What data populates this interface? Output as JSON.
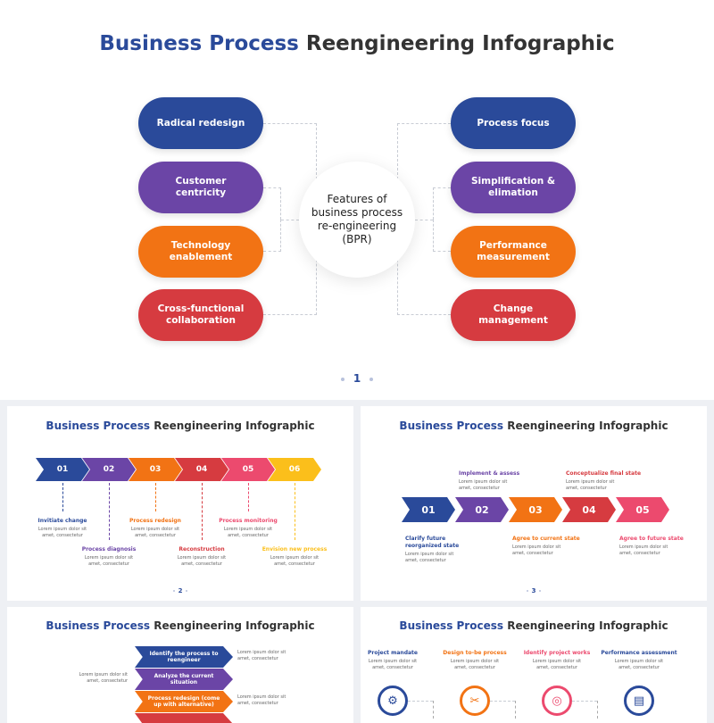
{
  "colors": {
    "blue": "#2a4a9a",
    "purple": "#6b45a6",
    "orange": "#f27314",
    "red": "#d63b40",
    "pink": "#ec4a6e",
    "yellow": "#fbbf1b"
  },
  "title_highlight": "Business Process",
  "title_rest": "Reengineering Infographic",
  "main": {
    "center_text": "Features of business process re-engineering (BPR)",
    "left": [
      "Radical redesign",
      "Customer centricity",
      "Technology enablement",
      "Cross-functional collaboration"
    ],
    "right": [
      "Process focus",
      "Simplification & elimation",
      "Performance measurement",
      "Change management"
    ],
    "page": "1"
  },
  "slide2": {
    "steps": [
      "01",
      "02",
      "03",
      "04",
      "05",
      "06"
    ],
    "labels": [
      "Invitiate change",
      "Process diagnosis",
      "Process redesign",
      "Reconstruction",
      "Process monitoring",
      "Envision new process"
    ],
    "lorem": "Lorem ipsum dolor sit amet, consectetur",
    "page": "2"
  },
  "slide3": {
    "steps": [
      "01",
      "02",
      "03",
      "04",
      "05"
    ],
    "labels": [
      "Clarify future reorganized state",
      "Implement & assess",
      "Agree to current state",
      "Conceptualize final state",
      "Agree to future state"
    ],
    "lorem": "Lorem ipsum dolor sit amet, consectetur",
    "page": "3"
  },
  "slide4": {
    "steps": [
      "Identify the process to reengineer",
      "Analyze the current situation",
      "Process redesign (come up with alternative)"
    ],
    "lorem": "Lorem ipsum dolor sit amet, consectetur"
  },
  "slide5": {
    "labels": [
      "Project mandate",
      "Design to-be process",
      "Identify project works",
      "Performance assessment"
    ],
    "icons": [
      "brain-gear-icon",
      "tools-icon",
      "analysis-icon",
      "clipboard-icon"
    ],
    "lorem": "Lorem ipsum dolor sit amet, consectetur"
  }
}
